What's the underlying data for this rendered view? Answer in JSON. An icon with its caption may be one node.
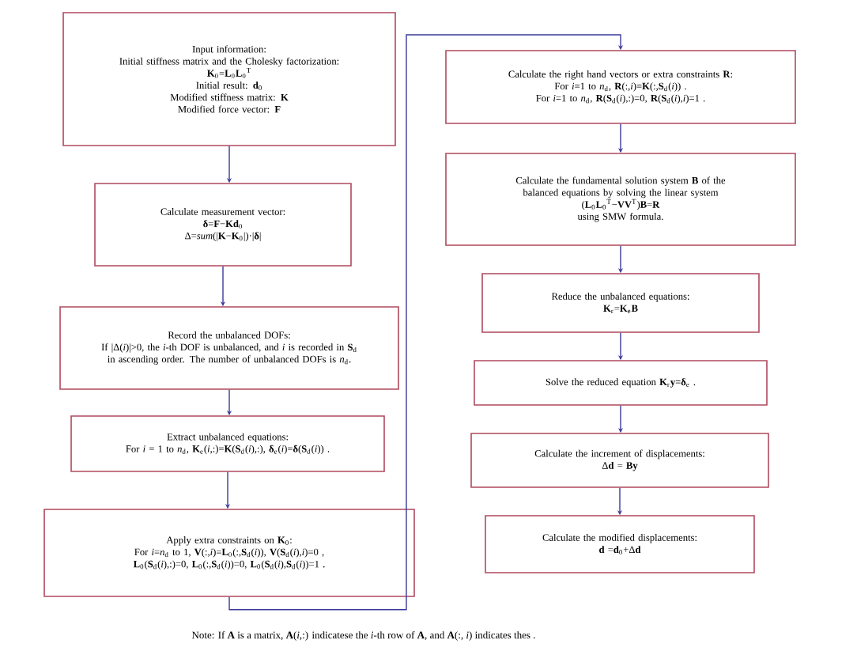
{
  "diagram": {
    "nodes": [
      {
        "text": [
          "Input information:",
          "Initial stiffness matrix and the Cholesky factorization:",
          "**K**$_{0}$=**L**$_{0}$**L**$_{0}$$^{T}$",
          "Initial result: **d**$_{0}$",
          "Modified stiffness matrix: **K**",
          "Modified force vector: **F**"
        ]
      },
      {
        "text": [
          "Calculate measurement vector:",
          "**δ**=**F**−**Kd**$_{0}$",
          "Δ=*sum*(|**K**−**K**$_{0}$|)·|**δ**|"
        ]
      },
      {
        "text": [
          "Record the unbalanced DOFs:",
          "If |Δ(*i*)|>0, the *i*-th DOF is unbalanced, and *i* is recorded in **S**$_{d}$ in ascending order. The number of unbalanced DOFs is *n*$_{d}$."
        ]
      },
      {
        "text": [
          "Extract unbalanced equations:",
          "For *i* = 1 to *n*$_{d}$, **K**$_{e}$(*i*,:)=**K**(**S**$_{d}$(*i*),:), **δ**$_{e}$(*i*)=**δ**(**S**$_{d}$(*i*)) ."
        ]
      },
      {
        "text": [
          "Apply extra constraints on **K**$_{0}$:",
          "For *i*=*n*$_{d}$ to 1, **V**(:,*i*)=**L**$_{0}$(:,**S**$_{d}$(*i*)), **V**(**S**$_{d}$(*i*),*i*)=0 ,",
          "**L**$_{0}$(**S**$_{d}$(*i*),:)=0, **L**$_{0}$(:,**S**$_{d}$(*i*))=0, **L**$_{0}$(**S**$_{d}$(*i*),**S**$_{d}$(*i*))=1 ."
        ]
      },
      {
        "text": [
          "Calculate the right hand vectors or extra constraints **R**:",
          "For *i*=1 to *n*$_{d}$, **R**(:,*i*)=**K**(:,**S**$_{d}$(*i*)) .",
          "For *i*=1 to *n*$_{d}$, **R**(**S**$_{d}$(*i*),:)=0, **R**(**S**$_{d}$(*i*),*i*)=1 ."
        ]
      },
      {
        "text": [
          "Calculate the fundamental solution system **B** of the balanced equations by solving the linear system",
          "(**L**$_{0}$**L**$_{0}$$^{T}$−**VV**$^{T}$)**B**=**R**",
          "using SMW formula."
        ]
      },
      {
        "text": [
          "Reduce the unbalanced equations:",
          "**K**$_{r}$=**K**$_{e}$**B**"
        ]
      },
      {
        "text": [
          "Solve the reduced equation **K**$_{r}$**y**=**δ**$_{e}$ ."
        ]
      },
      {
        "text": [
          "Calculate the increment of displacements:",
          "Δ**d** = **By**"
        ]
      },
      {
        "text": [
          "Calculate the modified displacements:",
          "**d** =**d**$_{0}$+Δ**d**"
        ]
      }
    ],
    "edges": [
      {
        "from": 0,
        "to": 1,
        "arrow": "to"
      },
      {
        "from": 1,
        "to": 2,
        "arrow": "to"
      },
      {
        "from": 2,
        "to": 3,
        "arrow": "to"
      },
      {
        "from": 3,
        "to": 4,
        "arrow": "to"
      },
      {
        "from": 4,
        "to": 5,
        "arrow": "to"
      },
      {
        "from": 5,
        "to": 6,
        "arrow": "to"
      },
      {
        "from": 6,
        "to": 7,
        "arrow": "to"
      },
      {
        "from": 7,
        "to": 8,
        "arrow": "to"
      },
      {
        "from": 8,
        "to": 9,
        "arrow": "to"
      },
      {
        "from": 9,
        "to": 10,
        "arrow": "to"
      }
    ],
    "labels": [
      "Note: If **A** is a matrix, **A**(*i*,:) indicatese the *i*-th row of **A**, and **A**(:, *i*) indicates thes ."
    ]
  }
}
